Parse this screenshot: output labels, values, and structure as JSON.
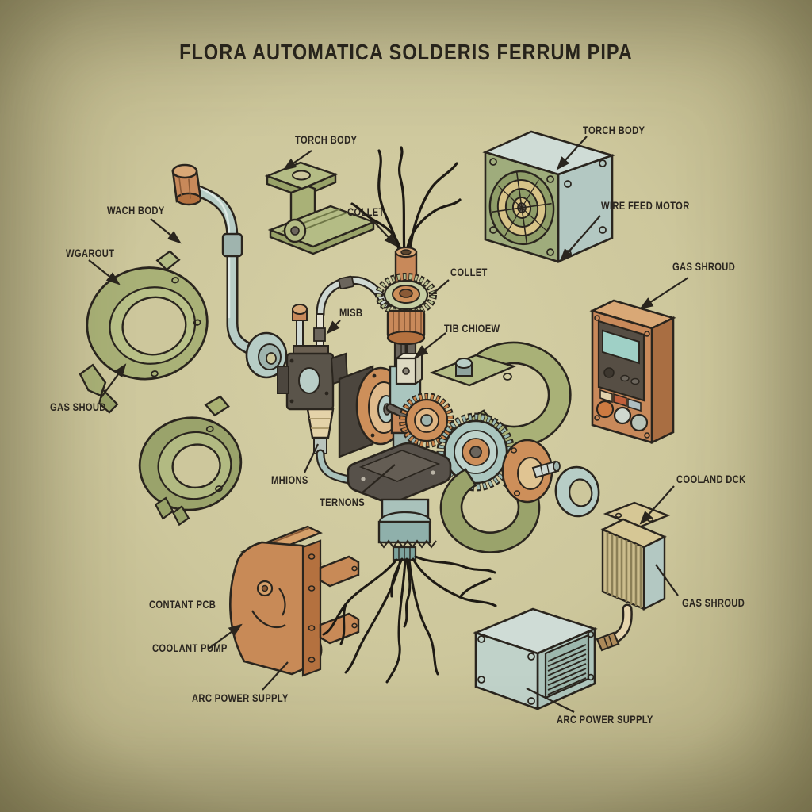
{
  "title": "FLORA AUTOMATICA SOLDERIS FERRUM PIPA",
  "labels": {
    "torch_body_left": "TORCH BODY",
    "wach_body": "WACH BODY",
    "wgarout": "WGAROUT",
    "collet_left": "COLLET",
    "torch_body_right": "TORCH BODY",
    "wire_feed_motor": "WIRE FEED MOTOR",
    "gas_shroud_right": "GAS SHROUD",
    "collet_right": "COLLET",
    "misb": "MISB",
    "tib_chioew": "TIB CHIOEW",
    "gas_shoud_left": "GAS SHOUD",
    "mhions": "MHIONS",
    "ternons": "TERNONS",
    "coolant_dck": "COOLAND DCK",
    "contant_pcb": "CONTANT PCB",
    "coolant_pump": "COOLANT PUMP",
    "arc_power_supply_left": "ARC POWER SUPPLY",
    "gas_shroud_bottom": "GAS SHROUD",
    "arc_power_supply_right": "ARC POWER SUPPLY"
  },
  "palette": {
    "background": "#cdc79c",
    "outline": "#2a251e",
    "olive": "#a9b177",
    "blue_grey": "#b7cdc6",
    "copper_orange": "#c8895a",
    "tan": "#e2d2ac",
    "text": "#2b2620"
  }
}
